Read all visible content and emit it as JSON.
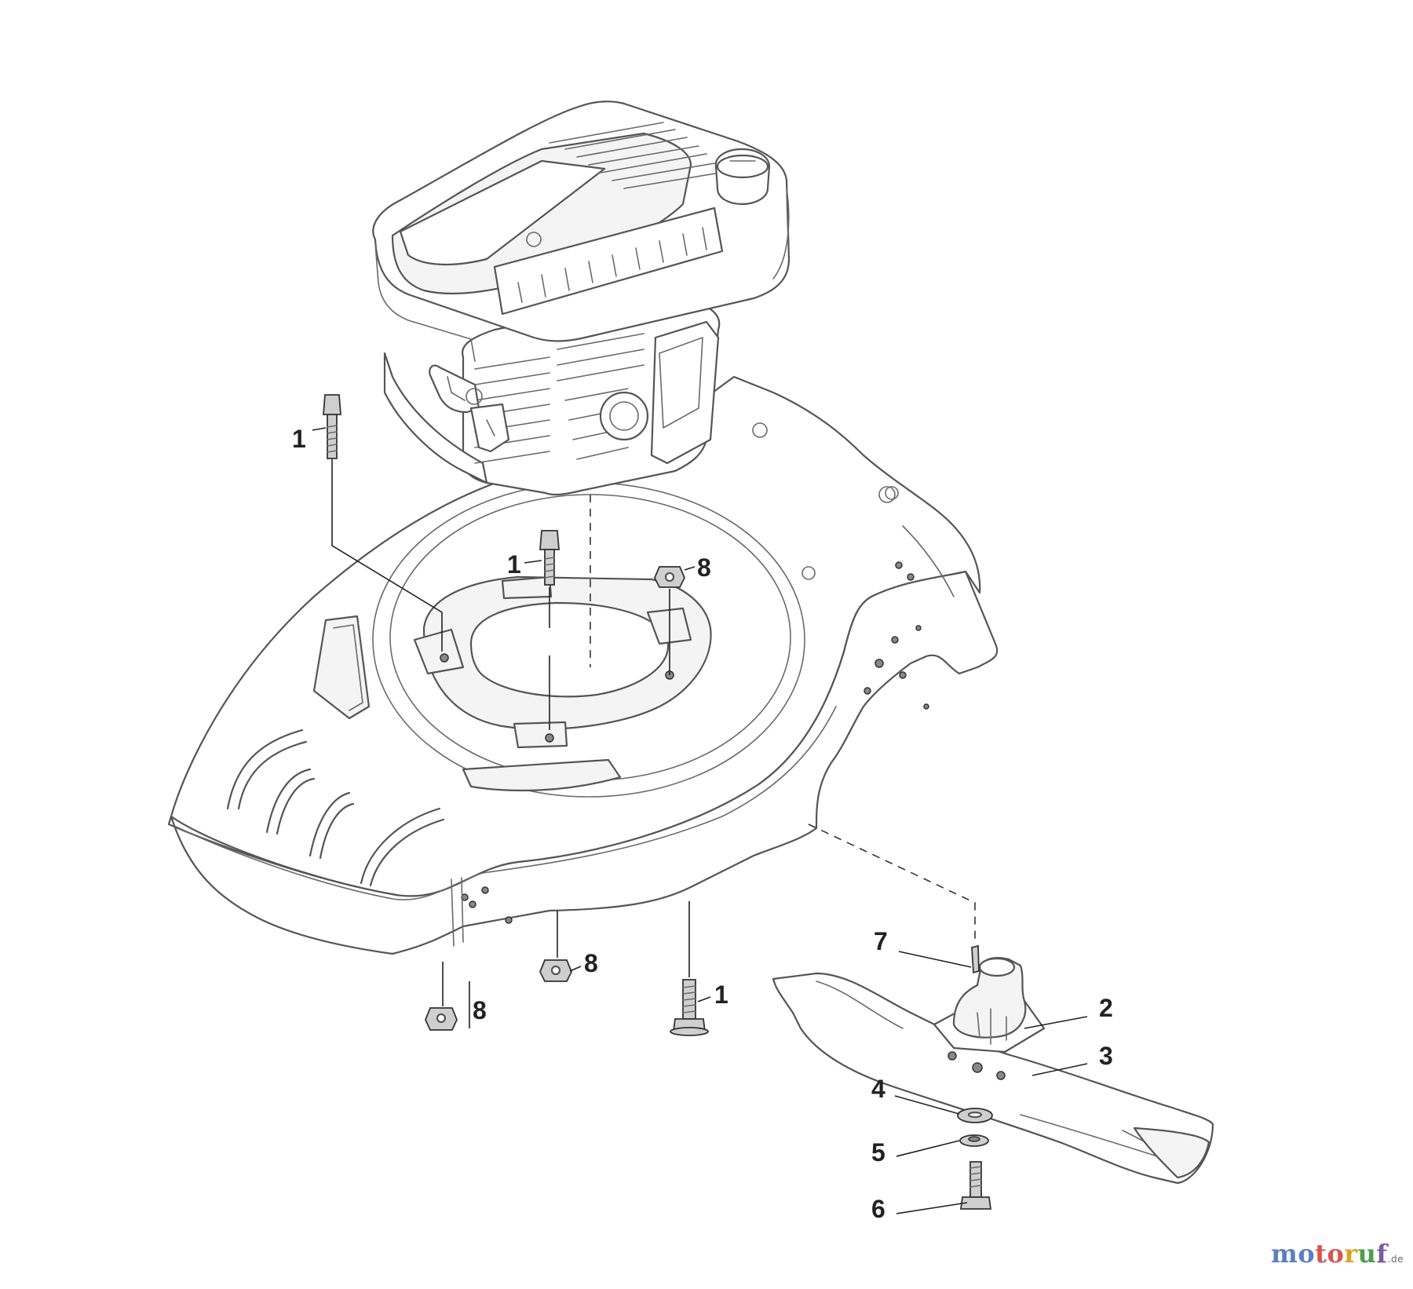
{
  "callouts": [
    {
      "id": "c1a",
      "label": "1"
    },
    {
      "id": "c1b",
      "label": "1"
    },
    {
      "id": "c8a",
      "label": "8"
    },
    {
      "id": "c7",
      "label": "7"
    },
    {
      "id": "c8b",
      "label": "8"
    },
    {
      "id": "c1c",
      "label": "1"
    },
    {
      "id": "c2",
      "label": "2"
    },
    {
      "id": "c8c",
      "label": "8"
    },
    {
      "id": "c3",
      "label": "3"
    },
    {
      "id": "c4",
      "label": "4"
    },
    {
      "id": "c5",
      "label": "5"
    },
    {
      "id": "c6",
      "label": "6"
    }
  ],
  "watermark": {
    "brand_a": "mo",
    "brand_b": "to",
    "brand_c": "r",
    "brand_d": "u",
    "brand_e": "f",
    "tld": ".de"
  },
  "colors": {
    "line": "#555555",
    "leader": "#222222",
    "background": "#ffffff"
  }
}
